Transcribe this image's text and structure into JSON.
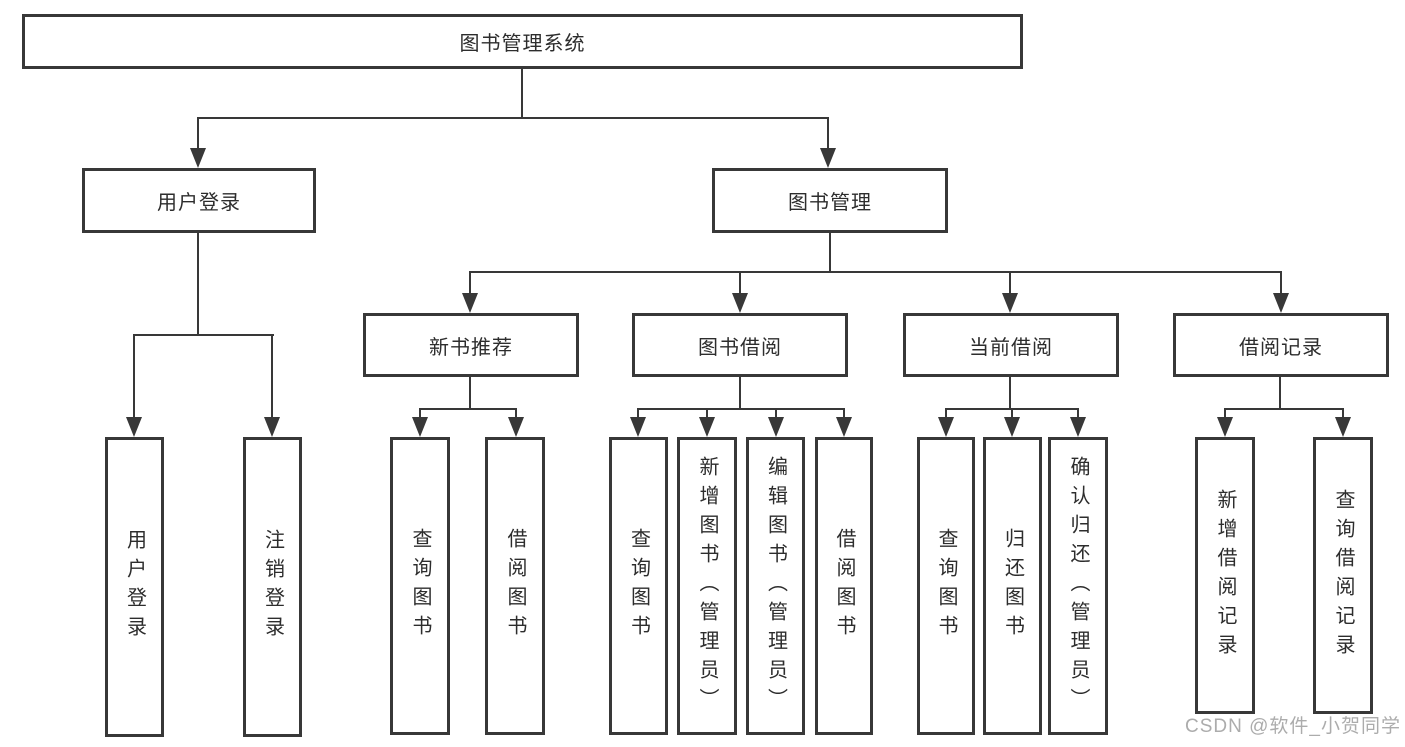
{
  "diagram": {
    "root": {
      "label": "图书管理系统"
    },
    "branches": {
      "user_login": {
        "label": "用户登录",
        "children": [
          "用户登录",
          "注销登录"
        ]
      },
      "book_mgmt": {
        "label": "图书管理",
        "children": {
          "new_books": {
            "label": "新书推荐",
            "children": [
              "查询图书",
              "借阅图书"
            ]
          },
          "borrowing": {
            "label": "图书借阅",
            "children": [
              "查询图书",
              "新增图书（管理员）",
              "编辑图书（管理员）",
              "借阅图书"
            ]
          },
          "current": {
            "label": "当前借阅",
            "children": [
              "查询图书",
              "归还图书",
              "确认归还（管理员）"
            ]
          },
          "records": {
            "label": "借阅记录",
            "children": [
              "新增借阅记录",
              "查询借阅记录"
            ]
          }
        }
      }
    }
  },
  "watermark": {
    "text": "CSDN @软件_小贺同学"
  },
  "colors": {
    "line": "#383838",
    "text": "#2d2d2d",
    "watermark": "#acacac",
    "background": "#ffffff"
  }
}
